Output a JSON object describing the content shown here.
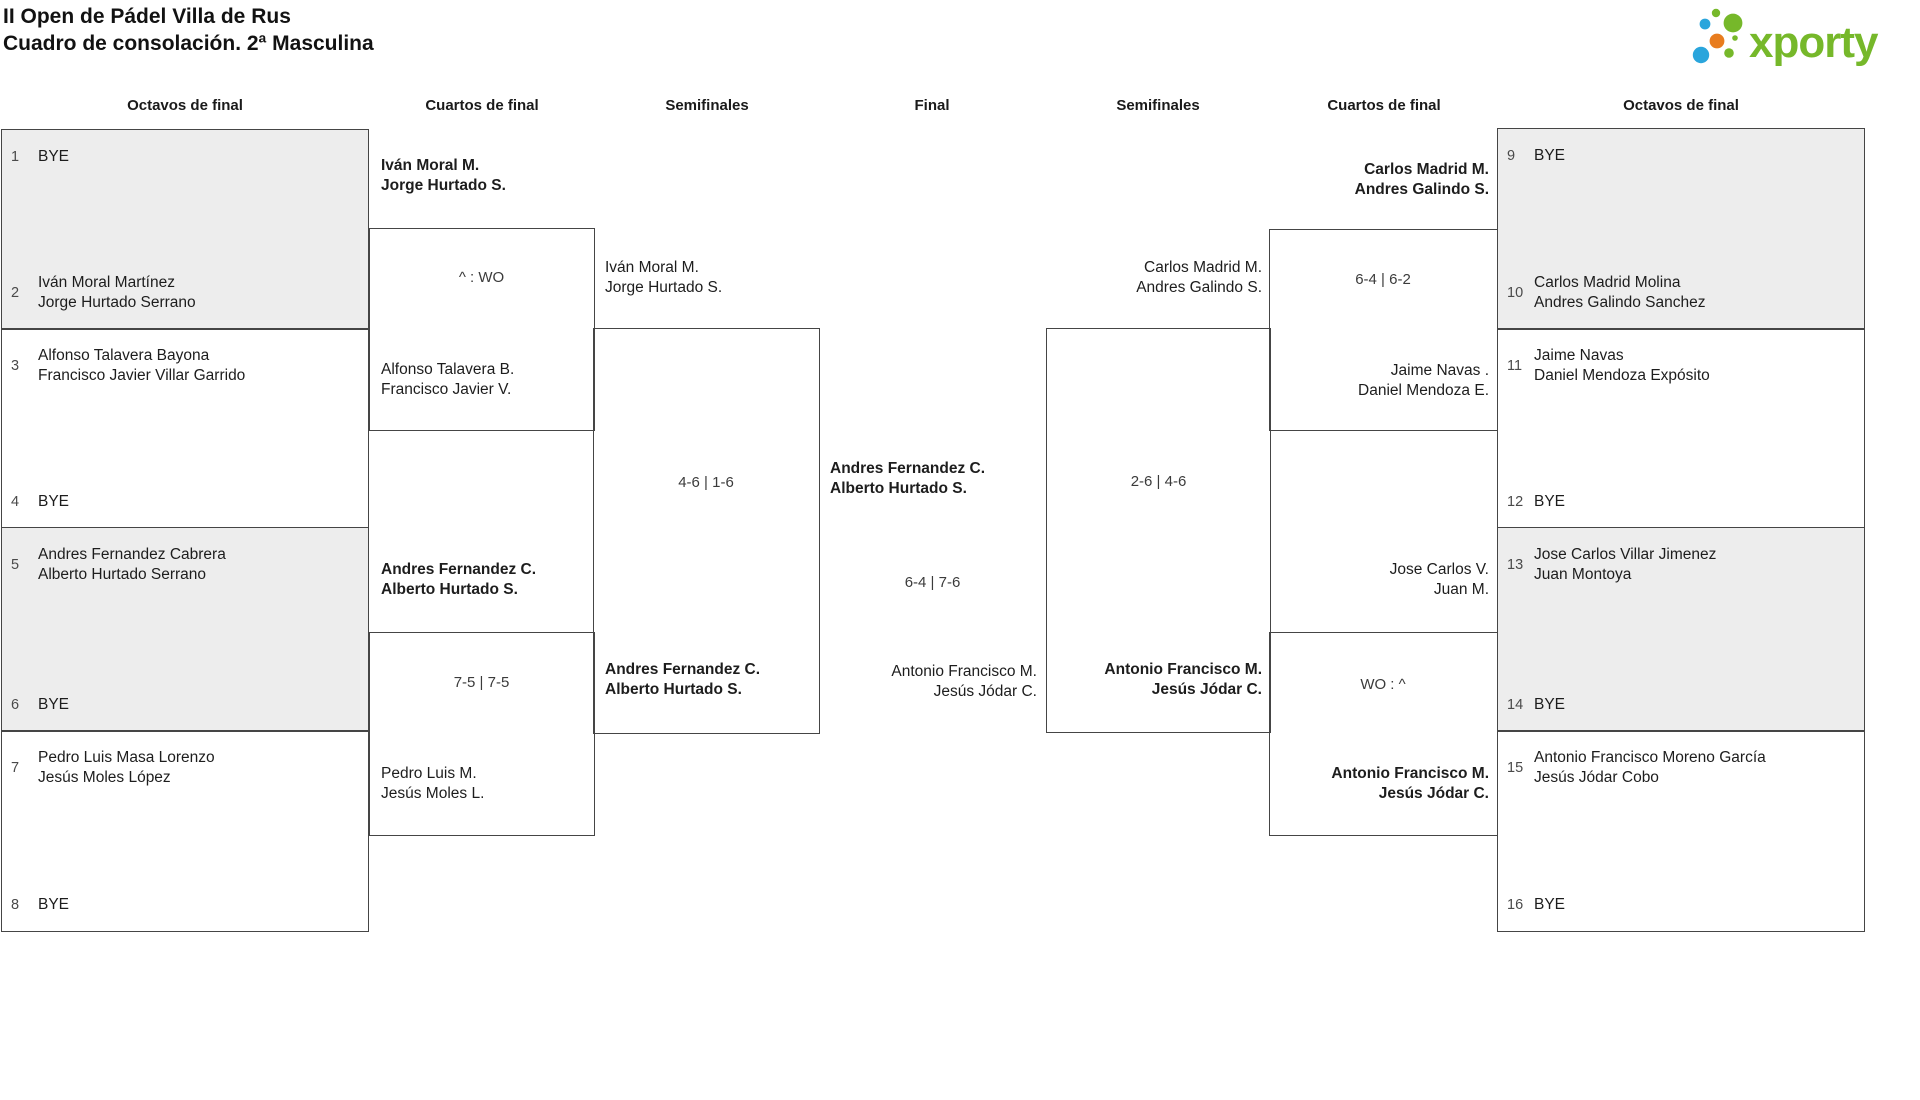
{
  "page": {
    "title_line1": "II Open de Pádel Villa de Rus",
    "title_line2": "Cuadro de consolación. 2ª Masculina"
  },
  "logo": {
    "text": "xporty",
    "green": "#76b82a",
    "blue": "#2aa5dc",
    "orange": "#e87c1e"
  },
  "colors": {
    "box_border": "#454545",
    "shaded_box_fill": "#ededed",
    "name_text": "#1d1d1d",
    "seed_text": "#4a4a4a",
    "score_text": "#3b3b3b"
  },
  "columns": [
    "Octavos de final",
    "Cuartos de final",
    "Semifinales",
    "Final",
    "Semifinales",
    "Cuartos de final",
    "Octavos de final"
  ],
  "bracket": {
    "r16_left": [
      {
        "shaded": true,
        "slots": [
          {
            "seed": "1",
            "lines": [
              "BYE"
            ]
          },
          {
            "seed": "2",
            "lines": [
              "Iván Moral Martínez",
              "Jorge Hurtado Serrano"
            ]
          }
        ]
      },
      {
        "shaded": false,
        "slots": [
          {
            "seed": "3",
            "lines": [
              "Alfonso Talavera Bayona",
              "Francisco Javier Villar Garrido"
            ]
          },
          {
            "seed": "4",
            "lines": [
              "BYE"
            ]
          }
        ]
      },
      {
        "shaded": true,
        "slots": [
          {
            "seed": "5",
            "lines": [
              "Andres Fernandez Cabrera",
              "Alberto Hurtado Serrano"
            ]
          },
          {
            "seed": "6",
            "lines": [
              "BYE"
            ]
          }
        ]
      },
      {
        "shaded": false,
        "slots": [
          {
            "seed": "7",
            "lines": [
              "Pedro Luis Masa Lorenzo",
              "Jesús Moles López"
            ]
          },
          {
            "seed": "8",
            "lines": [
              "BYE"
            ]
          }
        ]
      }
    ],
    "r16_right": [
      {
        "shaded": true,
        "slots": [
          {
            "seed": "9",
            "lines": [
              "BYE"
            ]
          },
          {
            "seed": "10",
            "lines": [
              "Carlos Madrid Molina",
              "Andres Galindo Sanchez"
            ]
          }
        ]
      },
      {
        "shaded": false,
        "slots": [
          {
            "seed": "11",
            "lines": [
              "Jaime Navas",
              "Daniel Mendoza Expósito"
            ]
          },
          {
            "seed": "12",
            "lines": [
              "BYE"
            ]
          }
        ]
      },
      {
        "shaded": true,
        "slots": [
          {
            "seed": "13",
            "lines": [
              "Jose Carlos Villar Jimenez",
              "Juan Montoya"
            ]
          },
          {
            "seed": "14",
            "lines": [
              "BYE"
            ]
          }
        ]
      },
      {
        "shaded": false,
        "slots": [
          {
            "seed": "15",
            "lines": [
              "Antonio Francisco Moreno García",
              "Jesús Jódar Cobo"
            ]
          },
          {
            "seed": "16",
            "lines": [
              "BYE"
            ]
          }
        ]
      }
    ],
    "qf_left": [
      {
        "top": [
          "Iván Moral M.",
          "Jorge Hurtado S."
        ],
        "top_winner": true,
        "score": "^ : WO",
        "bottom": [
          "Alfonso Talavera B.",
          "Francisco Javier V."
        ],
        "bottom_winner": false
      },
      {
        "top": [
          "Andres Fernandez C.",
          "Alberto Hurtado S."
        ],
        "top_winner": true,
        "score": "7-5 | 7-5",
        "bottom": [
          "Pedro Luis M.",
          "Jesús Moles L."
        ],
        "bottom_winner": false
      }
    ],
    "sf_left": {
      "top": [
        "Iván Moral M.",
        "Jorge Hurtado S."
      ],
      "top_winner": false,
      "score": "4-6 | 1-6",
      "bottom": [
        "Andres Fernandez C.",
        "Alberto Hurtado S."
      ],
      "bottom_winner": true
    },
    "final": {
      "top": [
        "Andres Fernandez C.",
        "Alberto Hurtado S."
      ],
      "top_winner": true,
      "score": "6-4 | 7-6",
      "bottom": [
        "Antonio Francisco M.",
        "Jesús Jódar C."
      ],
      "bottom_winner": false
    },
    "sf_right": {
      "top": [
        "Carlos Madrid M.",
        "Andres Galindo S."
      ],
      "top_winner": false,
      "score": "2-6 | 4-6",
      "bottom": [
        "Antonio Francisco M.",
        "Jesús Jódar C."
      ],
      "bottom_winner": true
    },
    "qf_right": [
      {
        "top": [
          "Carlos Madrid M.",
          "Andres Galindo S."
        ],
        "top_winner": true,
        "score": "6-4 | 6-2",
        "bottom": [
          "Jaime Navas .",
          "Daniel Mendoza E."
        ],
        "bottom_winner": false
      },
      {
        "top": [
          "Jose Carlos V.",
          "Juan M."
        ],
        "top_winner": false,
        "score": "WO : ^",
        "bottom": [
          "Antonio Francisco M.",
          "Jesús Jódar C."
        ],
        "bottom_winner": true
      }
    ]
  }
}
